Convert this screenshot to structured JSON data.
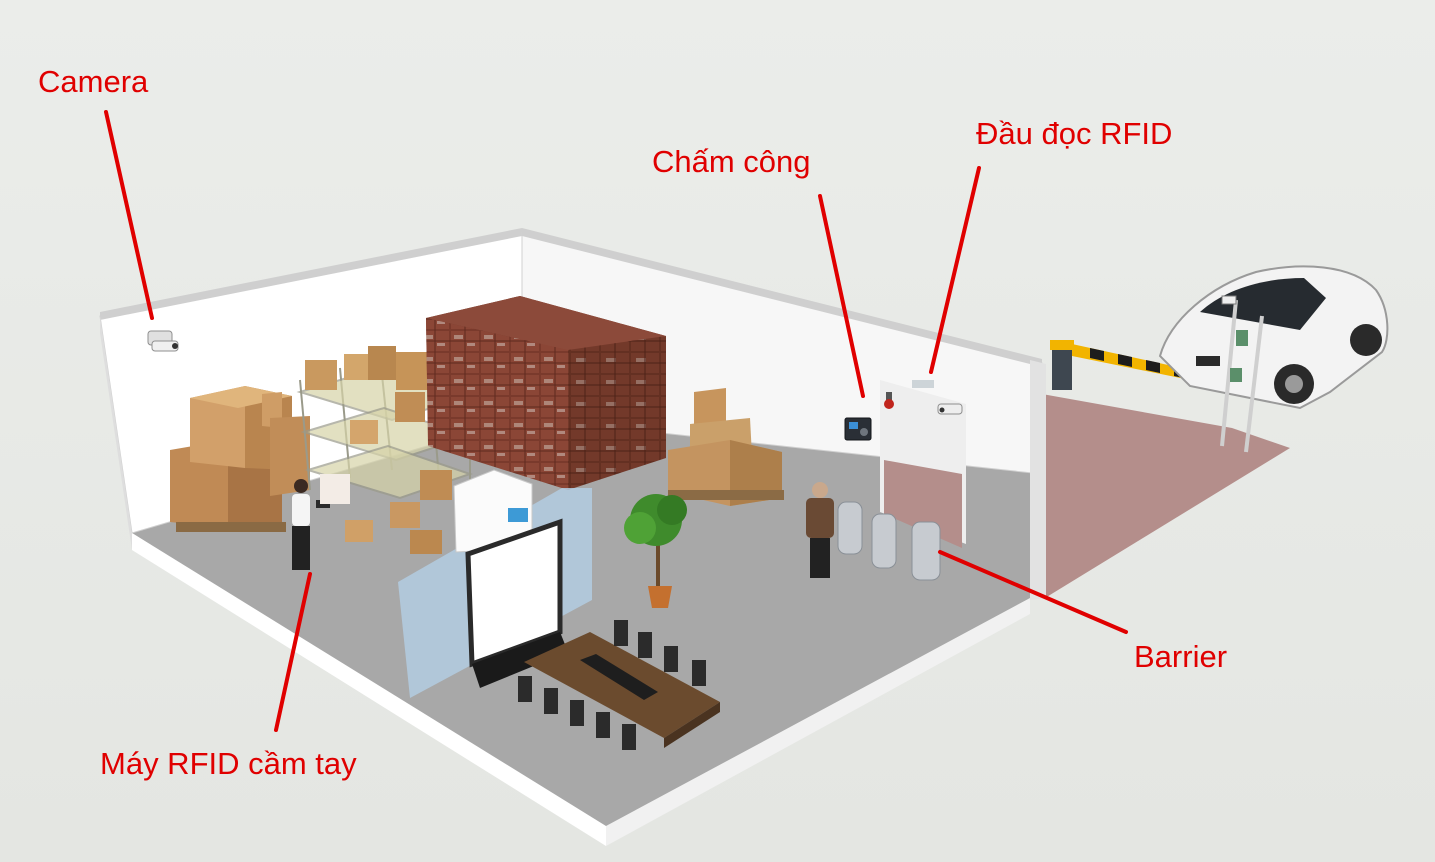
{
  "labels": {
    "camera": "Camera",
    "timekeeping": "Chấm công",
    "rfid_reader": "Đầu đọc RFID",
    "barrier": "Barrier",
    "handheld_rfid": "Máy RFID cầm tay"
  },
  "colors": {
    "label": "#e00000",
    "leader_line": "#e00000",
    "background": "#e6e8e5",
    "floor": "#a9a9a9",
    "wall": "#ffffff",
    "outdoor_zone": "#b48e8b",
    "boxes": "#c8a070",
    "brick_stack": "#7a3a2c",
    "barrier_arm": "#f2b400"
  }
}
